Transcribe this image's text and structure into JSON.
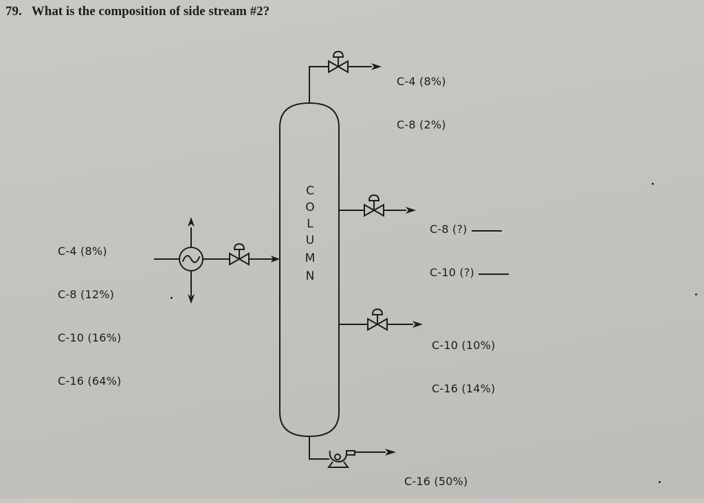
{
  "question": {
    "number": "79.",
    "text": "What is the composition of side stream #2?"
  },
  "column": {
    "label_letters": [
      "C",
      "O",
      "L",
      "U",
      "M",
      "N"
    ]
  },
  "feed": {
    "lines": [
      "C-4 (8%)",
      "C-8 (12%)",
      "C-10 (16%)",
      "C-16 (64%)"
    ]
  },
  "overhead": {
    "lines": [
      "C-4 (8%)",
      "C-8 (2%)"
    ]
  },
  "side_stream_2": {
    "lines": [
      "C-8 (?)",
      "C-10 (?)"
    ]
  },
  "side_stream_3": {
    "lines": [
      "C-10 (10%)",
      "C-16 (14%)"
    ]
  },
  "bottoms": {
    "lines": [
      "C-16 (50%)"
    ]
  },
  "colors": {
    "paper": "#c5c4bf",
    "ink": "#1c1c1c"
  }
}
